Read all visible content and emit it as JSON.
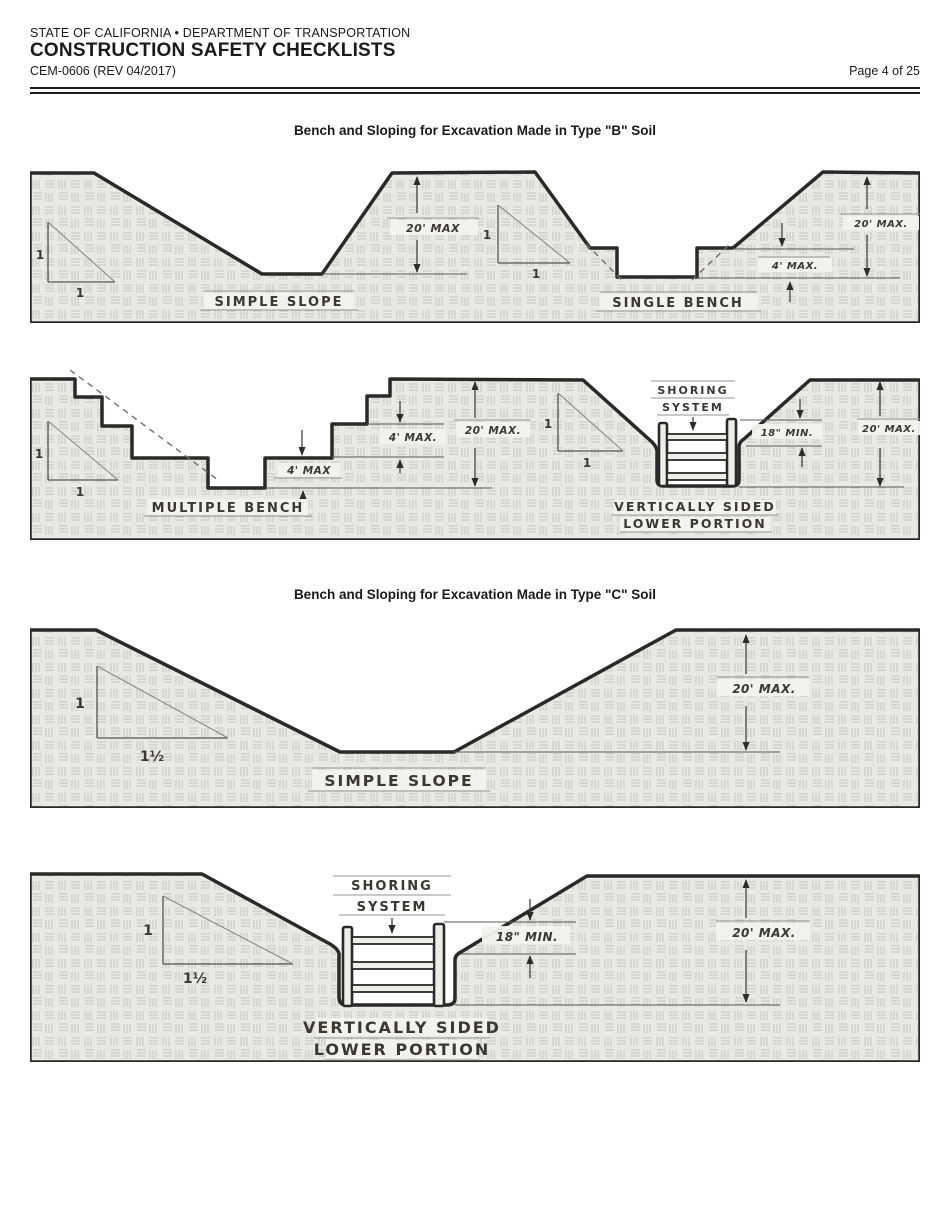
{
  "header": {
    "agency_line": "STATE OF CALIFORNIA • DEPARTMENT OF TRANSPORTATION",
    "title": "CONSTRUCTION SAFETY CHECKLISTS",
    "form_number": "CEM-0606 (REV 04/2017)",
    "page_indicator": "Page 4 of 25"
  },
  "type_b": {
    "section_title": "Bench and Sloping for Excavation Made in Type \"B\" Soil",
    "simple_slope": {
      "label": "SIMPLE SLOPE",
      "depth": "20' MAX",
      "ratio_v": "1",
      "ratio_h": "1"
    },
    "single_bench": {
      "label": "SINGLE BENCH",
      "depth": "20' MAX.",
      "bench": "4' MAX.",
      "ratio_v": "1",
      "ratio_h": "1"
    },
    "multiple_bench": {
      "label": "MULTIPLE BENCH",
      "depth": "20' MAX.",
      "bench_lower": "4' MAX",
      "bench_upper": "4' MAX.",
      "ratio_v": "1",
      "ratio_h": "1"
    },
    "vertical_lower": {
      "label_line1": "VERTICALLY SIDED",
      "label_line2": "LOWER PORTION",
      "shoring_line1": "SHORING",
      "shoring_line2": "SYSTEM",
      "shield": "18\" MIN.",
      "depth": "20' MAX.",
      "ratio_v": "1",
      "ratio_h": "1"
    }
  },
  "type_c": {
    "section_title": "Bench and Sloping for Excavation Made in Type \"C\" Soil",
    "simple_slope": {
      "label": "SIMPLE SLOPE",
      "depth": "20' MAX.",
      "ratio_v": "1",
      "ratio_h": "1½"
    },
    "vertical_lower": {
      "label_line1": "VERTICALLY SIDED",
      "label_line2": "LOWER PORTION",
      "shoring_line1": "SHORING",
      "shoring_line2": "SYSTEM",
      "shield": "18\" MIN.",
      "depth": "20' MAX.",
      "ratio_v": "1",
      "ratio_h": "1½"
    }
  }
}
